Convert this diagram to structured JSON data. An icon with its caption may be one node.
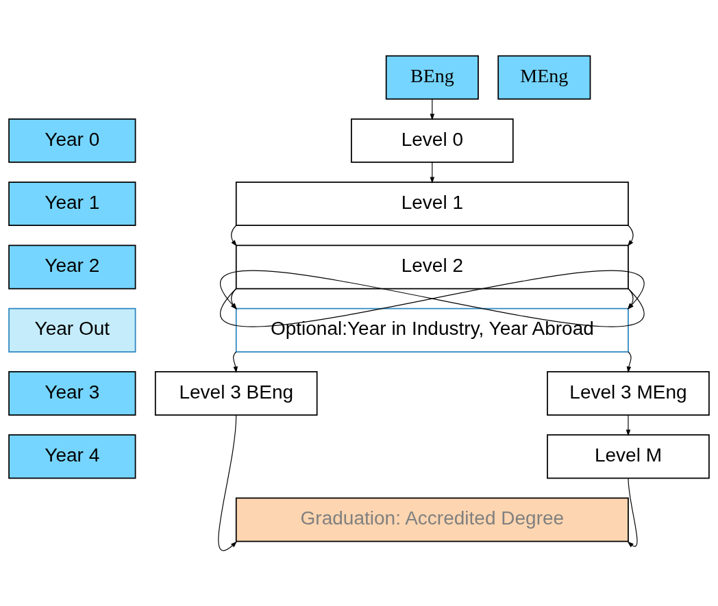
{
  "diagram": {
    "nodes": [
      {
        "text": [
          "BEng"
        ]
      },
      {
        "text": [
          "MEng"
        ]
      },
      {
        "text": [
          "Year 0"
        ]
      },
      {
        "text": [
          "Level 0"
        ]
      },
      {
        "text": [
          "Year 1"
        ]
      },
      {
        "text": [
          "Level 1"
        ]
      },
      {
        "text": [
          "Year 2"
        ]
      },
      {
        "text": [
          "Level 2"
        ]
      },
      {
        "text": [
          "Year Out"
        ]
      },
      {
        "text": [
          "Optional:Year in Industry, Year Abroad"
        ]
      },
      {
        "text": [
          "Year 3"
        ]
      },
      {
        "text": [
          "Level 3 BEng"
        ]
      },
      {
        "text": [
          "Level 3 MEng"
        ]
      },
      {
        "text": [
          "Year 4"
        ]
      },
      {
        "text": [
          "Level M"
        ]
      },
      {
        "text": [
          "Graduation: Accredited Degree"
        ]
      }
    ],
    "edges": [
      {
        "from": 0,
        "to": 3,
        "arrow": "to"
      },
      {
        "from": 3,
        "to": 5,
        "arrow": "to"
      },
      {
        "from": 5,
        "to": 7,
        "arrow": "to"
      },
      {
        "from": 5,
        "to": 7,
        "arrow": "to"
      },
      {
        "from": 7,
        "to": 9,
        "arrow": "to"
      },
      {
        "from": 7,
        "to": 9,
        "arrow": "to"
      },
      {
        "from": 7,
        "to": 9,
        "arrow": "to"
      },
      {
        "from": 7,
        "to": 9,
        "arrow": "to"
      },
      {
        "from": 9,
        "to": 11,
        "arrow": "to"
      },
      {
        "from": 9,
        "to": 12,
        "arrow": "to"
      },
      {
        "from": 12,
        "to": 14,
        "arrow": "to"
      },
      {
        "from": 11,
        "to": 15,
        "arrow": "to"
      },
      {
        "from": 14,
        "to": 15,
        "arrow": "to"
      }
    ]
  }
}
